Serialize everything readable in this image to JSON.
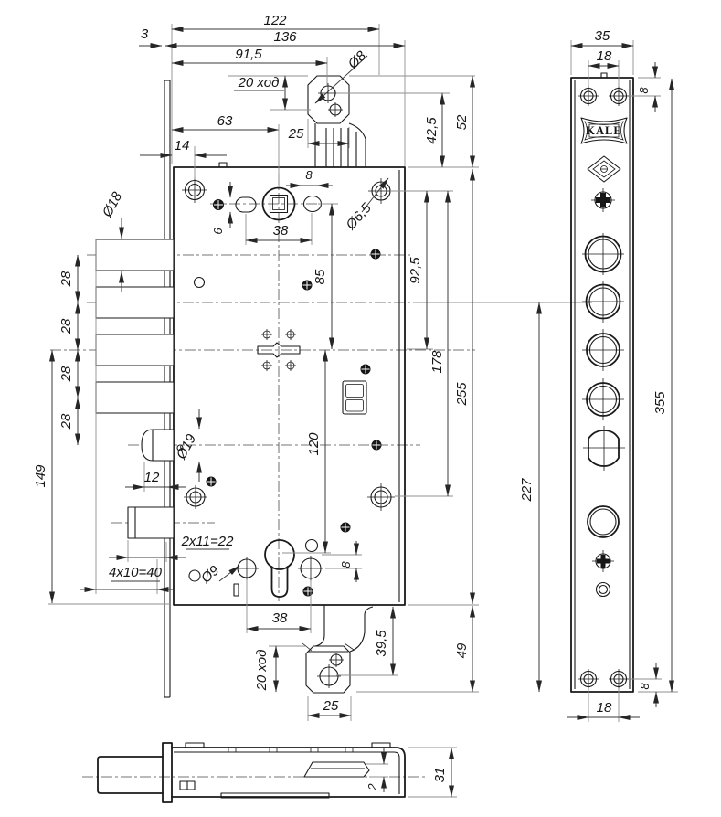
{
  "front": {
    "d122": "122",
    "d136": "136",
    "d3": "3",
    "d91_5": "91,5",
    "stroke_top": "20 ход",
    "dia8": "Ø8",
    "d63": "63",
    "d25_top": "25",
    "d14": "14",
    "d42_5": "42,5",
    "d52": "52",
    "d8_follower": "8",
    "d6": "6",
    "d38_top": "38",
    "dia6_5": "Ø6,5",
    "d85": "85",
    "d92_5": "92,5",
    "d28": "28",
    "d178": "178",
    "d255": "255",
    "d120": "120",
    "dia18": "Ø18",
    "dia19": "Ø19",
    "d12": "12",
    "d149": "149",
    "d2x11": "2x11=22",
    "d4x10": "4x10=40",
    "dia9": "Ø9",
    "d38_bot": "38",
    "d8_cyl": "8",
    "d39_5": "39,5",
    "d49": "49",
    "stroke_bot": "20 ход",
    "d25_bot": "25"
  },
  "side": {
    "d35": "35",
    "d18_top": "18",
    "d8_top": "8",
    "logo": "KALE",
    "d355": "355",
    "d227": "227",
    "d18_bot": "18",
    "d8_bot": "8"
  },
  "bottom": {
    "d2": "2",
    "d31": "31"
  }
}
